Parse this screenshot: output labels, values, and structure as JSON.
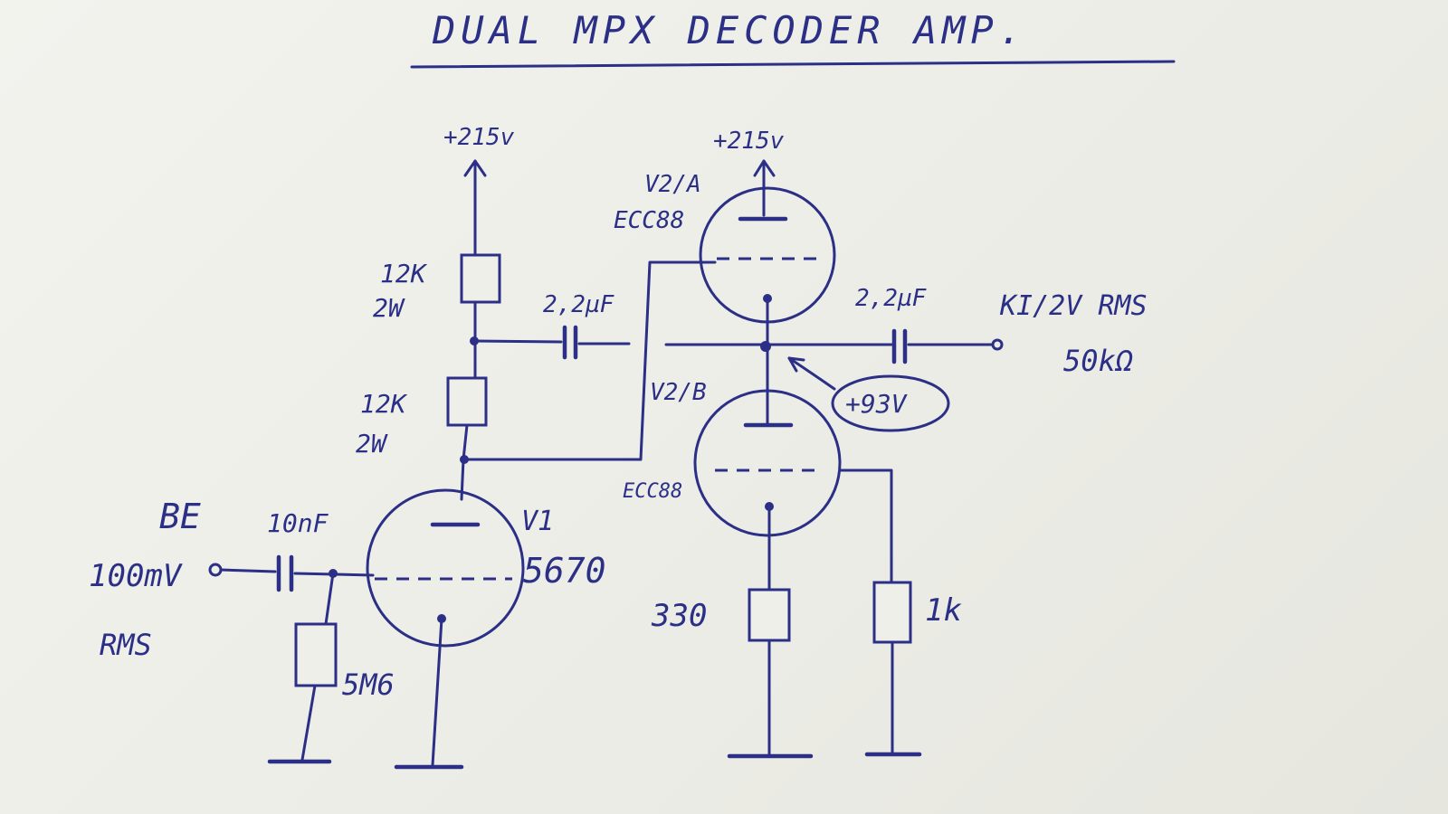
{
  "title": "DUAL MPX DECODER AMP.",
  "labels": {
    "supply_left": "+215v",
    "supply_right": "+215v",
    "tube_upper_name": "V2/A",
    "tube_upper_type": "ECC88",
    "tube_lower_name": "V2/B",
    "tube_lower_type": "ECC88",
    "tube_input_name": "V1",
    "tube_input_type": "5670",
    "r_upper_value": "12K",
    "r_upper_power": "2W",
    "r_lower_value": "12K",
    "r_lower_power": "2W",
    "c_coupling": "2,2µF",
    "c_output": "2,2µF",
    "c_input": "10nF",
    "r_grid": "5M6",
    "r_cathode": "330",
    "r_bias": "1k",
    "input_name": "BE",
    "input_level": "100mV",
    "input_unit": "RMS",
    "output_level": "KI/2V RMS",
    "output_impedance": "50kΩ",
    "node_voltage": "+93V"
  },
  "colors": {
    "ink": "#2b2f86",
    "paper": "#efefe9"
  }
}
